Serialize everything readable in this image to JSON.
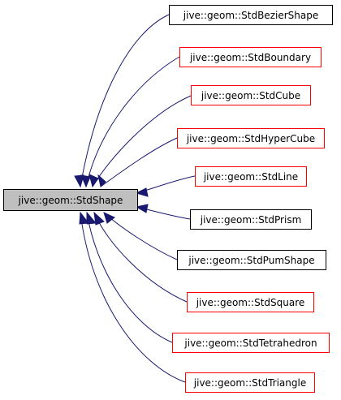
{
  "colors": {
    "edge": "#191970",
    "border_default": "#000000",
    "border_undocumented": "#ff0000",
    "base_fill": "#bfbfbf"
  },
  "base_class": {
    "label": "jive::geom::StdShape"
  },
  "derived_classes": [
    {
      "label": "jive::geom::StdBezierShape",
      "border": "black"
    },
    {
      "label": "jive::geom::StdBoundary",
      "border": "red"
    },
    {
      "label": "jive::geom::StdCube",
      "border": "red"
    },
    {
      "label": "jive::geom::StdHyperCube",
      "border": "red"
    },
    {
      "label": "jive::geom::StdLine",
      "border": "red"
    },
    {
      "label": "jive::geom::StdPrism",
      "border": "black"
    },
    {
      "label": "jive::geom::StdPumShape",
      "border": "black"
    },
    {
      "label": "jive::geom::StdSquare",
      "border": "red"
    },
    {
      "label": "jive::geom::StdTetrahedron",
      "border": "red"
    },
    {
      "label": "jive::geom::StdTriangle",
      "border": "red"
    }
  ]
}
